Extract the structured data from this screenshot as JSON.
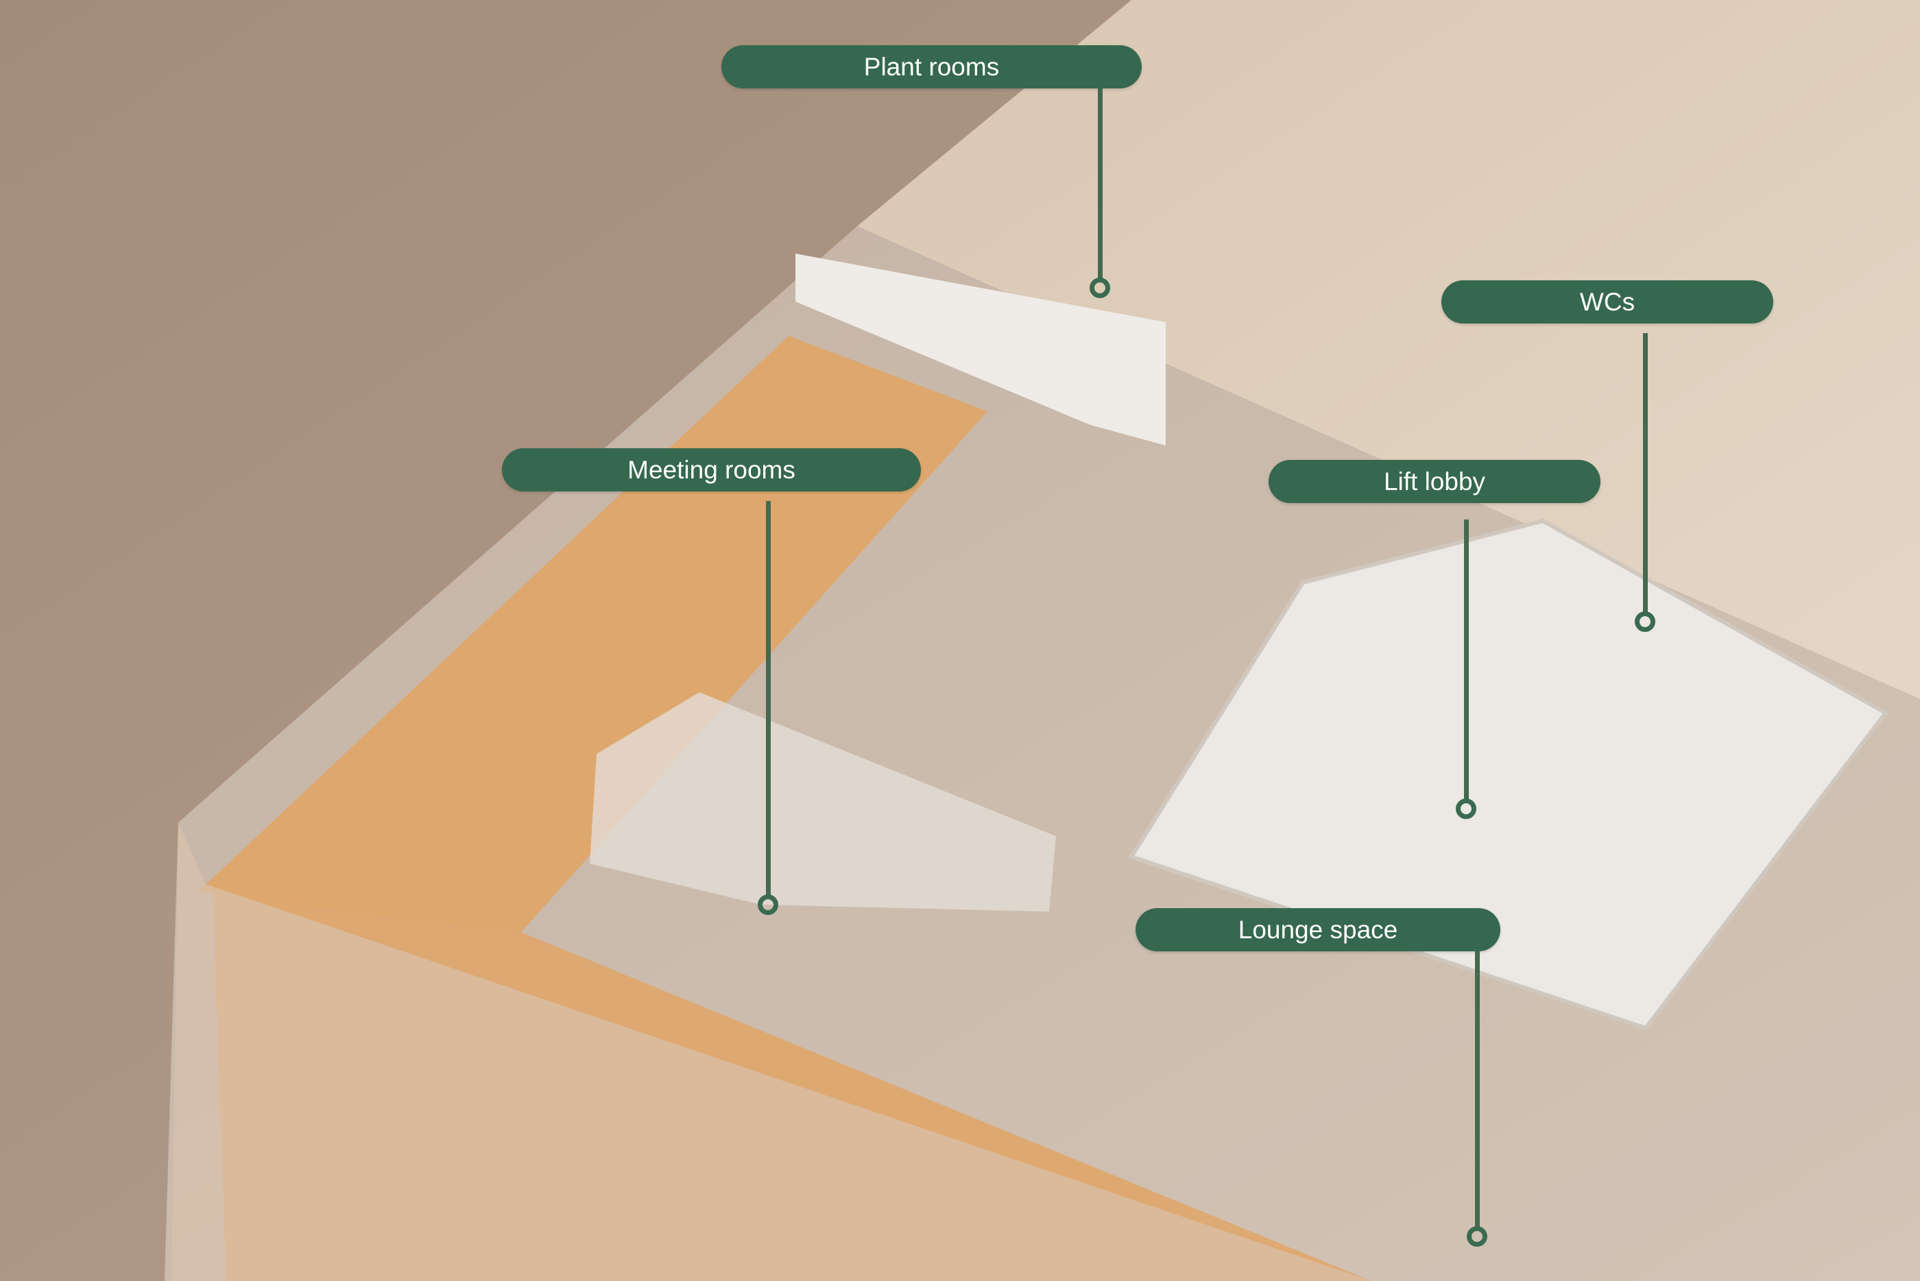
{
  "labels": [
    {
      "id": "plant-rooms",
      "text": "Plant rooms"
    },
    {
      "id": "wcs",
      "text": "WCs"
    },
    {
      "id": "meeting-rooms",
      "text": "Meeting rooms"
    },
    {
      "id": "lift-lobby",
      "text": "Lift lobby"
    },
    {
      "id": "lounge-space",
      "text": "Lounge space"
    }
  ],
  "colors": {
    "label_bg": "#35684e",
    "label_text": "#ffffff",
    "floor_accent": "#e0a566",
    "wood_dark": "#a08877",
    "wood_light": "#d8c8b4"
  }
}
